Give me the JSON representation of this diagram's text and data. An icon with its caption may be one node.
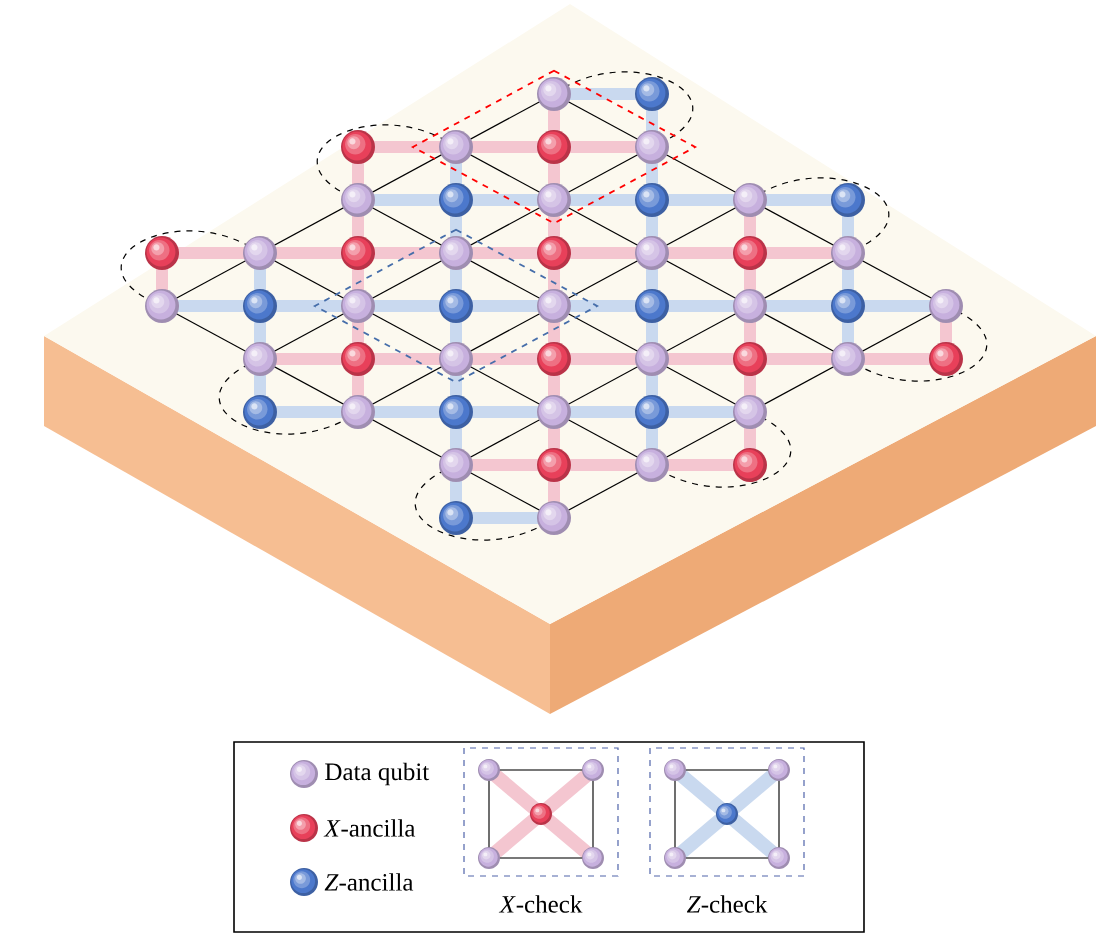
{
  "diagram": {
    "labels": [
      "*X*-check",
      "*Z*-check"
    ],
    "legend": [
      {
        "text": "Data qubit"
      },
      {
        "text": "*X*-ancilla"
      },
      {
        "text": "*Z*-ancilla"
      }
    ]
  }
}
